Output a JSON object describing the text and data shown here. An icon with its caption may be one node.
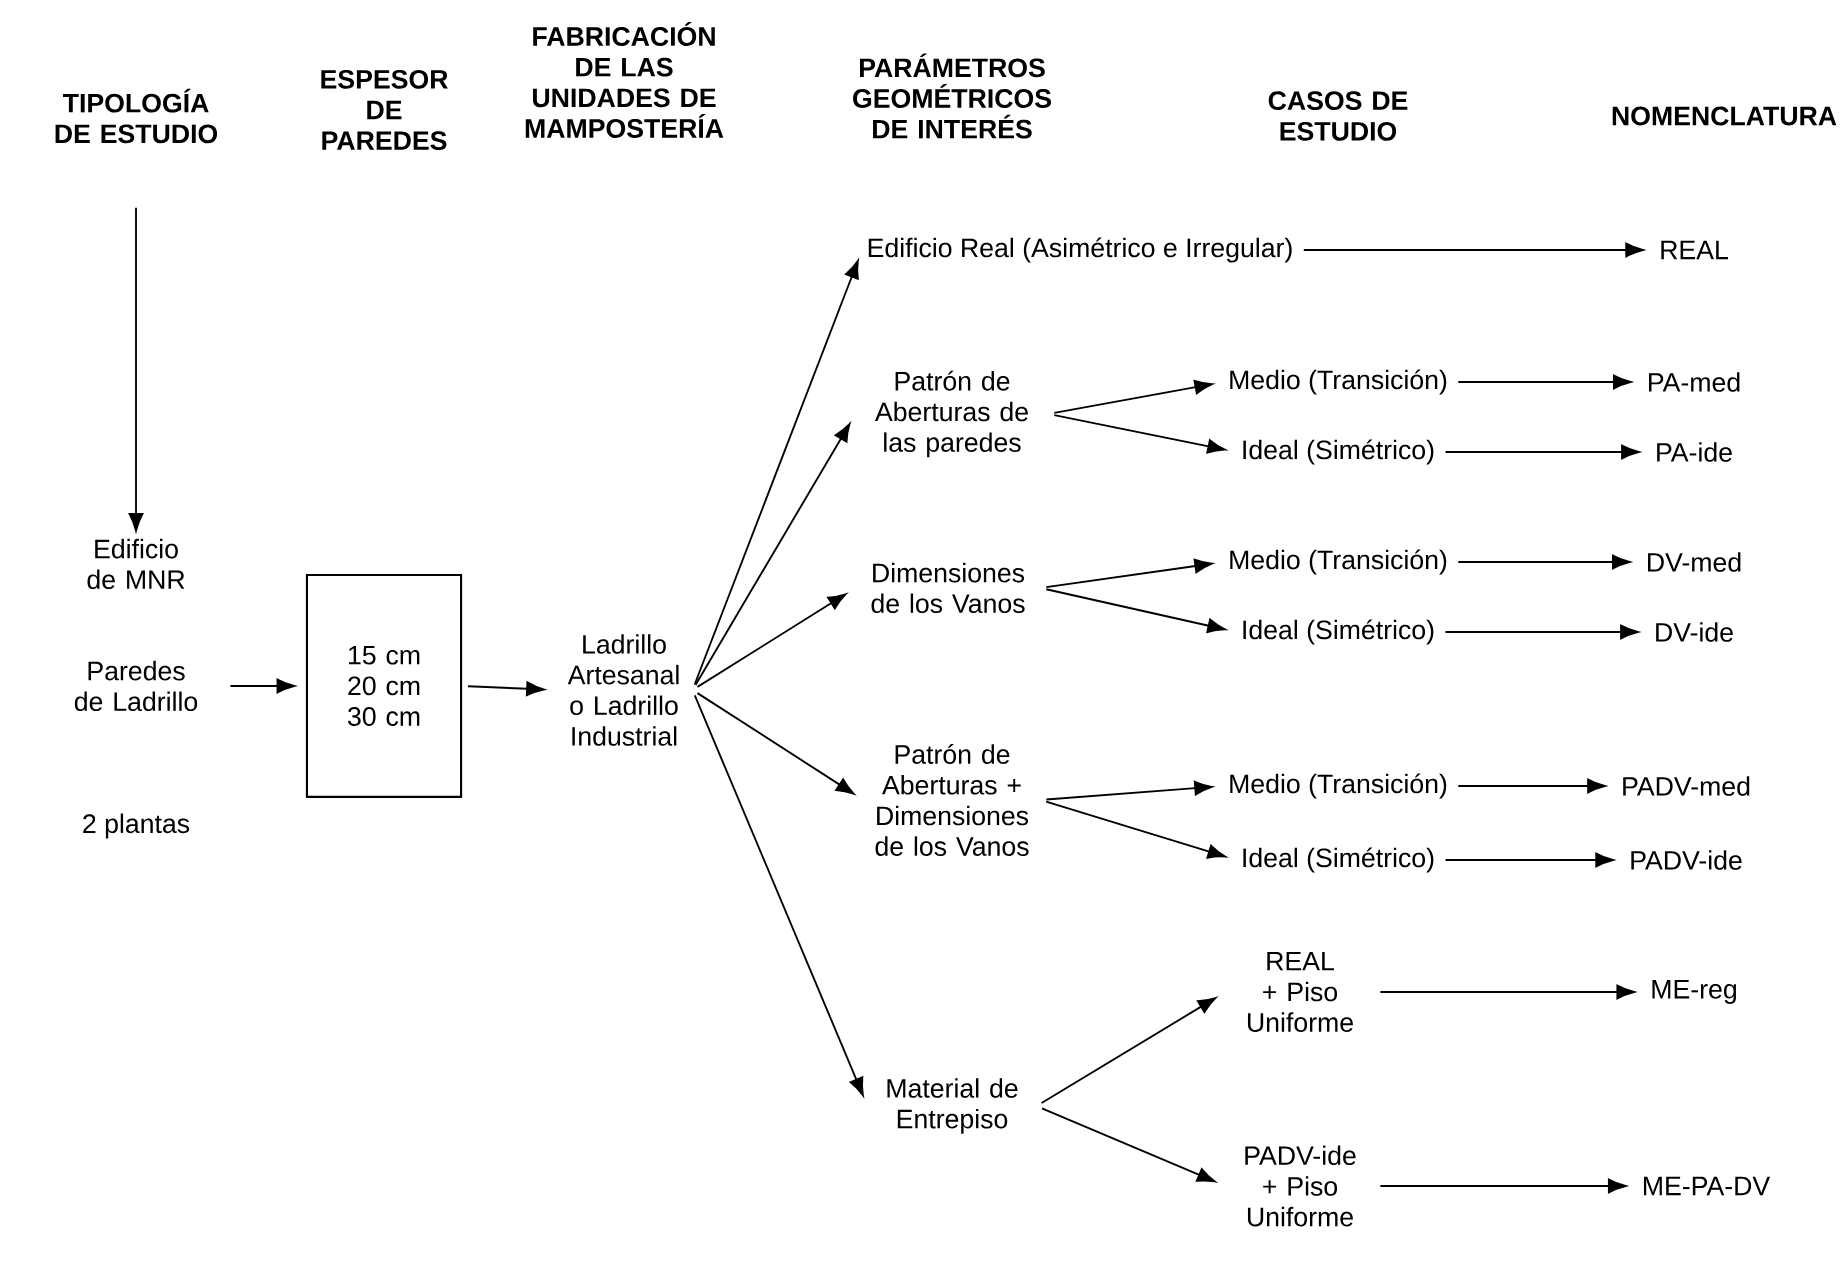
{
  "diagram": {
    "nodes": [
      {
        "text": [
          "TIPOLOGÍA DE ESTUDIO"
        ]
      },
      {
        "text": [
          "Edificio de MNR"
        ]
      },
      {
        "text": [
          "Paredes de Ladrillo"
        ]
      },
      {
        "text": [
          "15 cm 20 cm 30 cm"
        ]
      },
      {
        "text": [
          "Ladrillo Artesanal o Ladrillo Industrial"
        ]
      },
      {
        "text": [
          "Edificio Real (Asimétrico e Irregular)"
        ]
      },
      {
        "text": [
          "Patrón de Aberturas de las paredes"
        ]
      },
      {
        "text": [
          "Dimensiones de los Vanos"
        ]
      },
      {
        "text": [
          "Patrón de Aberturas + Dimensiones de los Vanos"
        ]
      },
      {
        "text": [
          "Material de Entrepiso"
        ]
      },
      {
        "text": [
          "Medio (Transición)"
        ]
      },
      {
        "text": [
          "Ideal (Simétrico)"
        ]
      },
      {
        "text": [
          "Medio (Transición)"
        ]
      },
      {
        "text": [
          "Ideal (Simétrico)"
        ]
      },
      {
        "text": [
          "Medio (Transición)"
        ]
      },
      {
        "text": [
          "Ideal (Simétrico)"
        ]
      },
      {
        "text": [
          "REAL + Piso Uniforme"
        ]
      },
      {
        "text": [
          "PADV-ide + Piso Uniforme"
        ]
      },
      {
        "text": [
          "REAL"
        ]
      },
      {
        "text": [
          "PA-med"
        ]
      },
      {
        "text": [
          "PA-ide"
        ]
      },
      {
        "text": [
          "DV-med"
        ]
      },
      {
        "text": [
          "DV-ide"
        ]
      },
      {
        "text": [
          "PADV-med"
        ]
      },
      {
        "text": [
          "PADV-ide"
        ]
      },
      {
        "text": [
          "ME-reg"
        ]
      },
      {
        "text": [
          "ME-PA-DV"
        ]
      }
    ],
    "edges": [
      {
        "from": 0,
        "to": 1,
        "arrow": "to"
      },
      {
        "from": 2,
        "to": 3,
        "arrow": "to"
      },
      {
        "from": 3,
        "to": 4,
        "arrow": "to"
      },
      {
        "from": 4,
        "to": 5,
        "arrow": "to"
      },
      {
        "from": 4,
        "to": 6,
        "arrow": "to"
      },
      {
        "from": 4,
        "to": 7,
        "arrow": "to"
      },
      {
        "from": 4,
        "to": 8,
        "arrow": "to"
      },
      {
        "from": 4,
        "to": 9,
        "arrow": "to"
      },
      {
        "from": 6,
        "to": 10,
        "arrow": "to"
      },
      {
        "from": 6,
        "to": 11,
        "arrow": "to"
      },
      {
        "from": 7,
        "to": 12,
        "arrow": "to"
      },
      {
        "from": 7,
        "to": 13,
        "arrow": "to"
      },
      {
        "from": 8,
        "to": 14,
        "arrow": "to"
      },
      {
        "from": 8,
        "to": 15,
        "arrow": "to"
      },
      {
        "from": 9,
        "to": 16,
        "arrow": "to"
      },
      {
        "from": 9,
        "to": 17,
        "arrow": "to"
      },
      {
        "from": 5,
        "to": 18,
        "arrow": "to"
      },
      {
        "from": 10,
        "to": 19,
        "arrow": "to"
      },
      {
        "from": 11,
        "to": 20,
        "arrow": "to"
      },
      {
        "from": 12,
        "to": 21,
        "arrow": "to"
      },
      {
        "from": 13,
        "to": 22,
        "arrow": "to"
      },
      {
        "from": 14,
        "to": 23,
        "arrow": "to"
      },
      {
        "from": 15,
        "to": 24,
        "arrow": "to"
      },
      {
        "from": 16,
        "to": 25,
        "arrow": "to"
      },
      {
        "from": 17,
        "to": 26,
        "arrow": "to"
      }
    ],
    "labels": [
      "ESPESOR DE PAREDES",
      "FABRICACIÓN DE LAS UNIDADES DE MAMPOSTERÍA",
      "PARÁMETROS GEOMÉTRICOS DE INTERÉS",
      "CASOS DE ESTUDIO",
      "NOMENCLATURA",
      "2 plantas"
    ]
  }
}
